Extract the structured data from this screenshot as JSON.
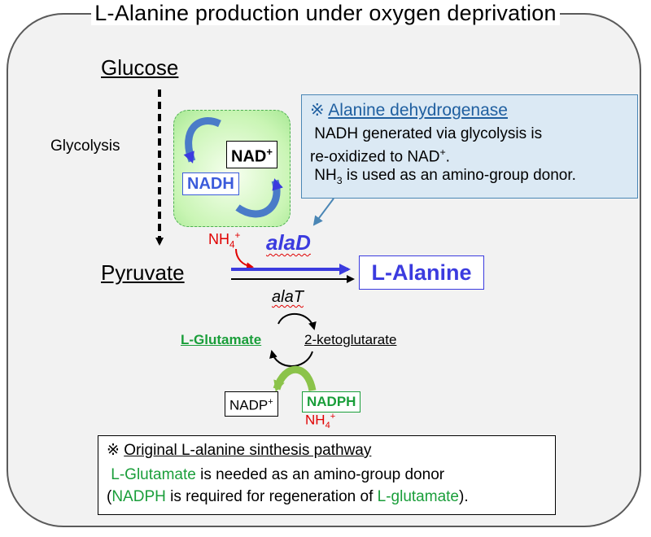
{
  "title": "L-Alanine production under oxygen deprivation",
  "compounds": {
    "glucose": "Glucose",
    "pyruvate": "Pyruvate",
    "l_alanine": "L-Alanine",
    "l_glutamate": "L-Glutamate",
    "ketoglutarate": "2-ketoglutarate"
  },
  "labels": {
    "glycolysis": "Glycolysis",
    "nad": "NAD",
    "nad_sup": "+",
    "nadh": "NADH",
    "nh4_base": "NH",
    "nh4_sub": "4",
    "nh4_sup": "+",
    "alad": "alaD",
    "alat": "alaT",
    "nadp": "NADP",
    "nadp_sup": "+",
    "nadph": "NADPH"
  },
  "callout_alad": {
    "mark": "※",
    "heading": "Alanine dehydrogenase",
    "line1": "NADH generated via glycolysis is",
    "line2_pre": "re-oxidized to NAD",
    "line2_sup": "+",
    "line2_post": ".",
    "line3_pre": "NH",
    "line3_sub": "3",
    "line3_post": " is used as an amino-group donor."
  },
  "callout_original": {
    "mark": "※",
    "heading": "Original L-alanine sinthesis pathway",
    "line1_green": "L-Glutamate",
    "line1_rest": " is needed as an amino-group donor",
    "line2_open": "(",
    "line2_green1": "NADPH",
    "line2_mid": " is required for regeneration of ",
    "line2_green2": "L-glutamate",
    "line2_close": ")."
  },
  "colors": {
    "blue": "#3b3bdf",
    "green": "#1a9e3a",
    "red": "#e00000",
    "callout_fill": "#dbe9f4"
  }
}
